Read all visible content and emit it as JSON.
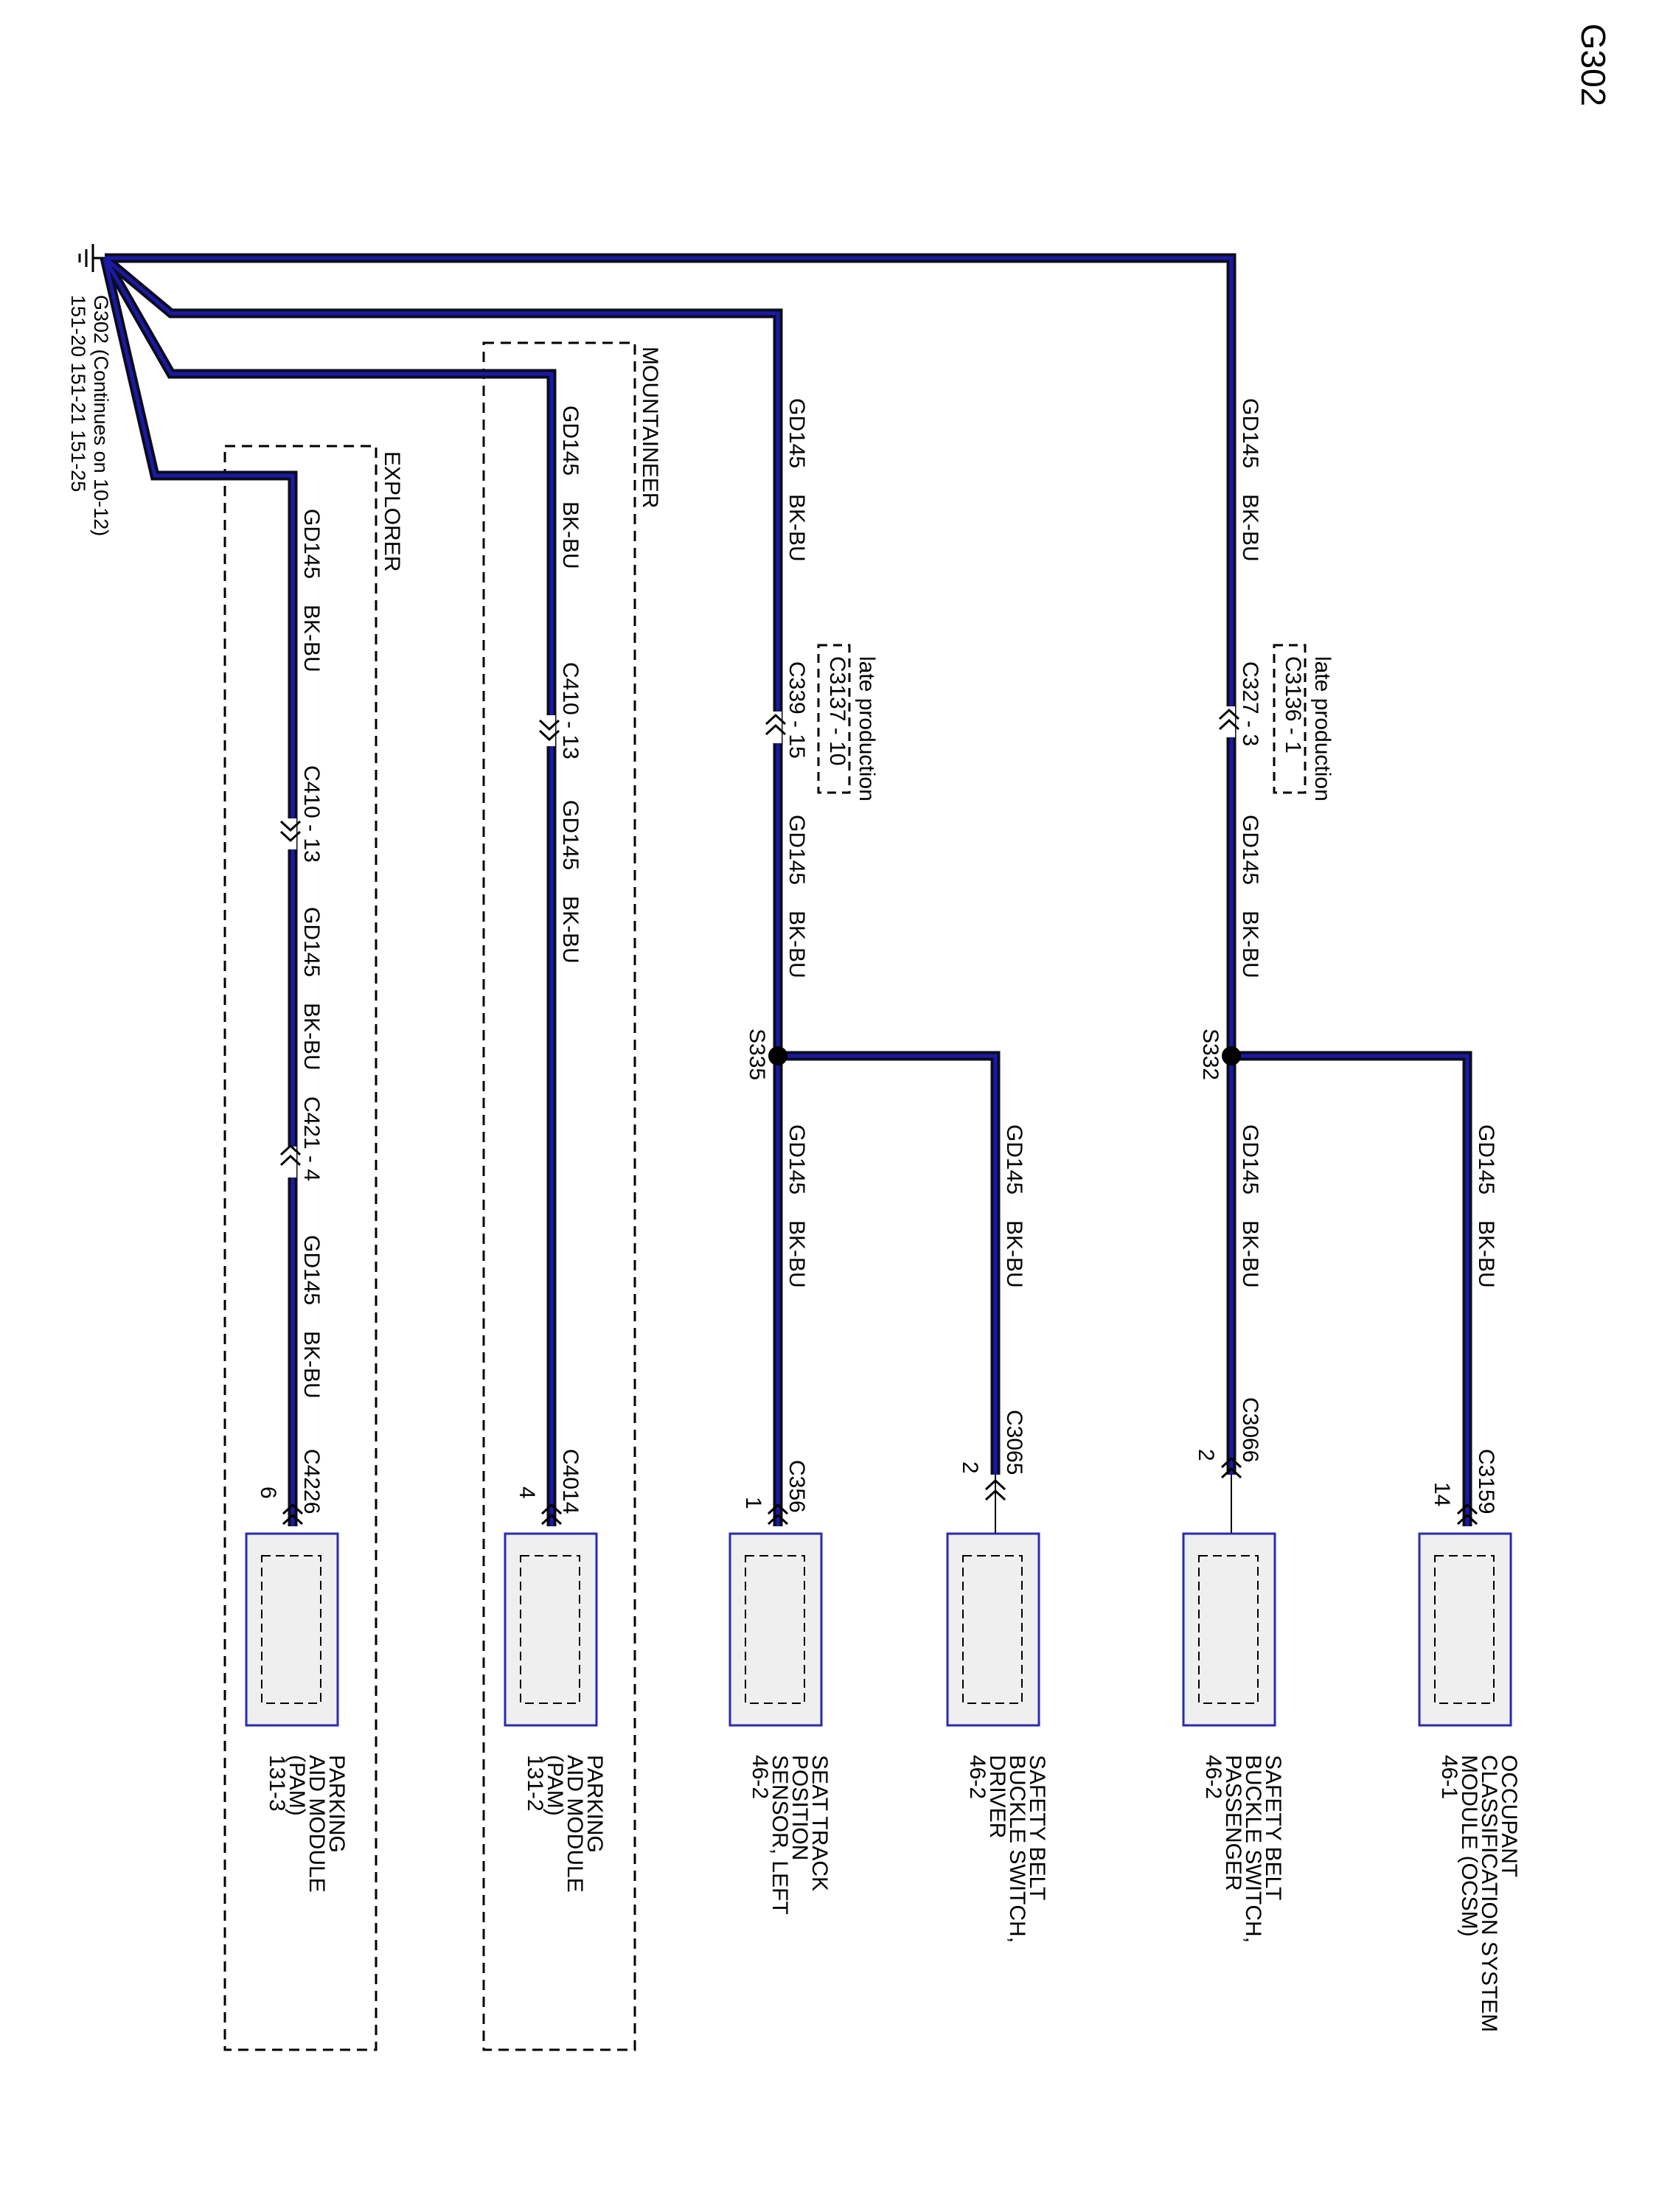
{
  "page": {
    "title": "G302"
  },
  "ground": {
    "name": "G302",
    "note": "(Continues on 10-12)",
    "refs": "151-20  151-21  151-25"
  },
  "wire": {
    "circuit": "GD145",
    "color": "BK-BU",
    "stroke_color": "#1a1aa6"
  },
  "groups": {
    "explorer": "EXPLORER",
    "mountaineer": "MOUNTAINEER"
  },
  "connectors": {
    "c410_a": "C410 - 13",
    "c410_b": "C410 - 13",
    "c421": "C421 - 4",
    "c3137_note": "late production",
    "c3137": "C3137 - 10",
    "c339": "C339 - 15",
    "c3136_note": "late production",
    "c3136": "C3136 - 1",
    "c327": "C327 - 3",
    "c4226": "C4226",
    "c4226_pin": "6",
    "c4014": "C4014",
    "c4014_pin": "4",
    "c356": "C356",
    "c356_pin": "1",
    "c3065": "C3065",
    "c3065_pin": "2",
    "c3066": "C3066",
    "c3066_pin": "2",
    "c3159": "C3159",
    "c3159_pin": "14"
  },
  "splices": {
    "s335": "S335",
    "s332": "S332"
  },
  "components": {
    "pam_explorer": [
      "PARKING",
      "AID MODULE",
      "(PAM)",
      "131-3"
    ],
    "pam_mountaineer": [
      "PARKING",
      "AID MODULE",
      "(PAM)",
      "131-2"
    ],
    "seat_track": [
      "SEAT TRACK",
      "POSITION",
      "SENSOR, LEFT",
      "46-2"
    ],
    "belt_driver": [
      "SAFETY BELT",
      "BUCKLE SWITCH,",
      "DRIVER",
      "46-2"
    ],
    "belt_passenger": [
      "SAFETY BELT",
      "BUCKLE SWITCH,",
      "PASSENGER",
      "46-2"
    ],
    "ocsm": [
      "OCCUPANT",
      "CLASSIFICATION SYSTEM",
      "MODULE (OCSM)",
      "46-1"
    ]
  }
}
